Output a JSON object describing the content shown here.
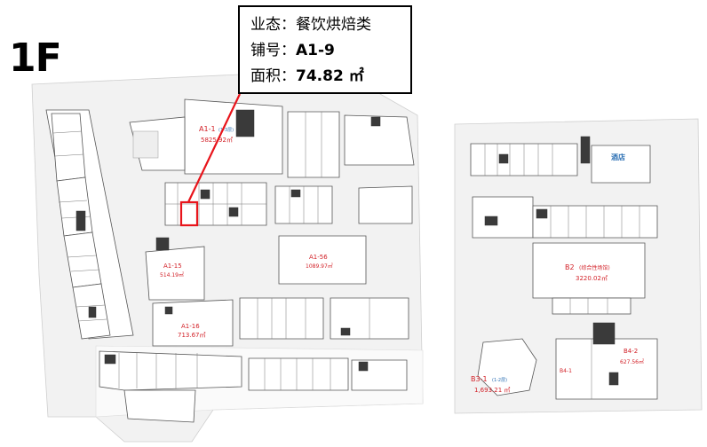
{
  "floor_label": "1F",
  "info_box": {
    "format_label": "业态：",
    "format_value": "餐饮烘焙类",
    "shop_label": "铺号：",
    "shop_value": "A1-9",
    "area_label": "面积：",
    "area_value": "74.82 ㎡"
  },
  "units": {
    "a1_1": {
      "name": "A1-1",
      "note": "(1-3层)",
      "area": "5825.92㎡"
    },
    "a1_15": {
      "name": "A1-15",
      "area": "514.19㎡"
    },
    "a1_56": {
      "name": "A1-56",
      "area": "1089.97㎡"
    },
    "a1_16": {
      "name": "A1-16",
      "area": "713.67㎡"
    },
    "b2": {
      "name": "B2",
      "note": "(综合性场馆)",
      "area": "3220.02㎡"
    },
    "hotel": {
      "name": "酒店"
    },
    "b3_1": {
      "name": "B3-1",
      "note": "(1-2层)",
      "area": "1,693.21 ㎡"
    },
    "b4_2": {
      "name": "B4-2",
      "area": "627.56㎡"
    },
    "b4_1": {
      "name": "B4-1"
    }
  },
  "colors": {
    "highlight": "#e8141b",
    "label_red": "#d21f26",
    "label_blue": "#2b6fb3"
  }
}
